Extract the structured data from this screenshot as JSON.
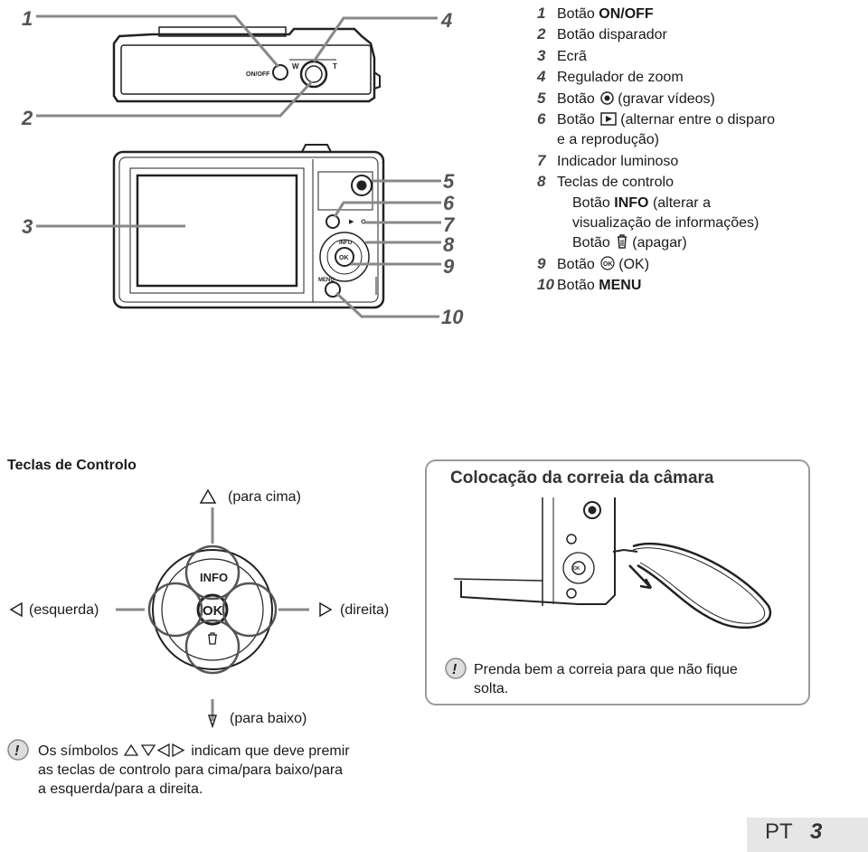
{
  "callout_numbers": [
    "1",
    "2",
    "3",
    "4",
    "5",
    "6",
    "7",
    "8",
    "9",
    "10"
  ],
  "parts_list": [
    {
      "num": "1",
      "pre": "Botão",
      "bold": "ON/OFF",
      "post": ""
    },
    {
      "num": "2",
      "text": "Botão disparador"
    },
    {
      "num": "3",
      "text": "Ecrã"
    },
    {
      "num": "4",
      "text": "Regulador de zoom"
    },
    {
      "num": "5",
      "pre": "Botão",
      "icon": "movie-record-icon",
      "post": "(gravar vídeos)"
    },
    {
      "num": "6",
      "pre": "Botão",
      "icon": "playback-icon",
      "post": "(alternar entre o disparo",
      "cont": "e a reprodução)"
    },
    {
      "num": "7",
      "text": "Indicador luminoso"
    },
    {
      "num": "8",
      "text": "Teclas de controlo",
      "sub1_pre": "Botão",
      "sub1_bold": "INFO",
      "sub1_post": "(alterar a",
      "sub1_cont": "visualização de informações)",
      "sub2_pre": "Botão",
      "sub2_icon": "trash-icon",
      "sub2_post": "(apagar)"
    },
    {
      "num": "9",
      "pre": "Botão",
      "icon": "ok-icon",
      "post": "(OK)"
    },
    {
      "num": "10",
      "pre": "Botão",
      "bold": "MENU",
      "post": ""
    }
  ],
  "camera_labels": {
    "on_off": "ON/OFF",
    "zoom_w": "W",
    "zoom_t": "T",
    "info": "INFO",
    "ok": "OK",
    "menu": "MENU"
  },
  "control_keys": {
    "title": "Teclas de Controlo",
    "up": "(para cima)",
    "down": "(para baixo)",
    "left": "(esquerda)",
    "right": "(direita)",
    "info": "INFO",
    "ok": "OK"
  },
  "strap": {
    "title": "Colocação da correia da câmara",
    "warning_line1": "Prenda bem a correia para que não fique",
    "warning_line2": "solta."
  },
  "note": {
    "line1_pre": "Os símbolos",
    "line1_post": "indicam que deve premir",
    "line2": "as teclas de controlo para cima/para baixo/para",
    "line3": "a esquerda/para a direita."
  },
  "footer": {
    "lang": "PT",
    "page": "3"
  }
}
